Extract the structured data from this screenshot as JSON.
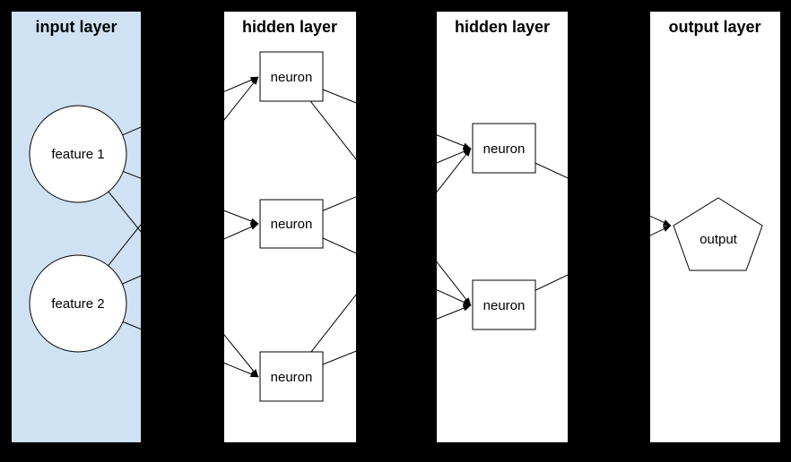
{
  "diagram": {
    "background_color": "#000000",
    "line_color": "#000000",
    "node_fill": "#ffffff",
    "panels": [
      {
        "id": "input",
        "title": "input layer",
        "bg": "#cfe2f3"
      },
      {
        "id": "hidden1",
        "title": "hidden layer",
        "bg": "#ffffff"
      },
      {
        "id": "hidden2",
        "title": "hidden layer",
        "bg": "#ffffff"
      },
      {
        "id": "output",
        "title": "output layer",
        "bg": "#ffffff"
      }
    ],
    "nodes": [
      {
        "id": "feature1",
        "label": "feature 1",
        "shape": "circle",
        "panel": "input"
      },
      {
        "id": "feature2",
        "label": "feature 2",
        "shape": "circle",
        "panel": "input"
      },
      {
        "id": "h1n1",
        "label": "neuron",
        "shape": "rectangle",
        "panel": "hidden1"
      },
      {
        "id": "h1n2",
        "label": "neuron",
        "shape": "rectangle",
        "panel": "hidden1"
      },
      {
        "id": "h1n3",
        "label": "neuron",
        "shape": "rectangle",
        "panel": "hidden1"
      },
      {
        "id": "h2n1",
        "label": "neuron",
        "shape": "rectangle",
        "panel": "hidden2"
      },
      {
        "id": "h2n2",
        "label": "neuron",
        "shape": "rectangle",
        "panel": "hidden2"
      },
      {
        "id": "output_node",
        "label": "output",
        "shape": "pentagon",
        "panel": "output"
      }
    ],
    "edges": [
      {
        "from": "feature1",
        "to": "h1n1"
      },
      {
        "from": "feature1",
        "to": "h1n2"
      },
      {
        "from": "feature1",
        "to": "h1n3"
      },
      {
        "from": "feature2",
        "to": "h1n1"
      },
      {
        "from": "feature2",
        "to": "h1n2"
      },
      {
        "from": "feature2",
        "to": "h1n3"
      },
      {
        "from": "h1n1",
        "to": "h2n1"
      },
      {
        "from": "h1n1",
        "to": "h2n2"
      },
      {
        "from": "h1n2",
        "to": "h2n1"
      },
      {
        "from": "h1n2",
        "to": "h2n2"
      },
      {
        "from": "h1n3",
        "to": "h2n1"
      },
      {
        "from": "h1n3",
        "to": "h2n2"
      },
      {
        "from": "h2n1",
        "to": "output_node"
      },
      {
        "from": "h2n2",
        "to": "output_node"
      }
    ]
  }
}
